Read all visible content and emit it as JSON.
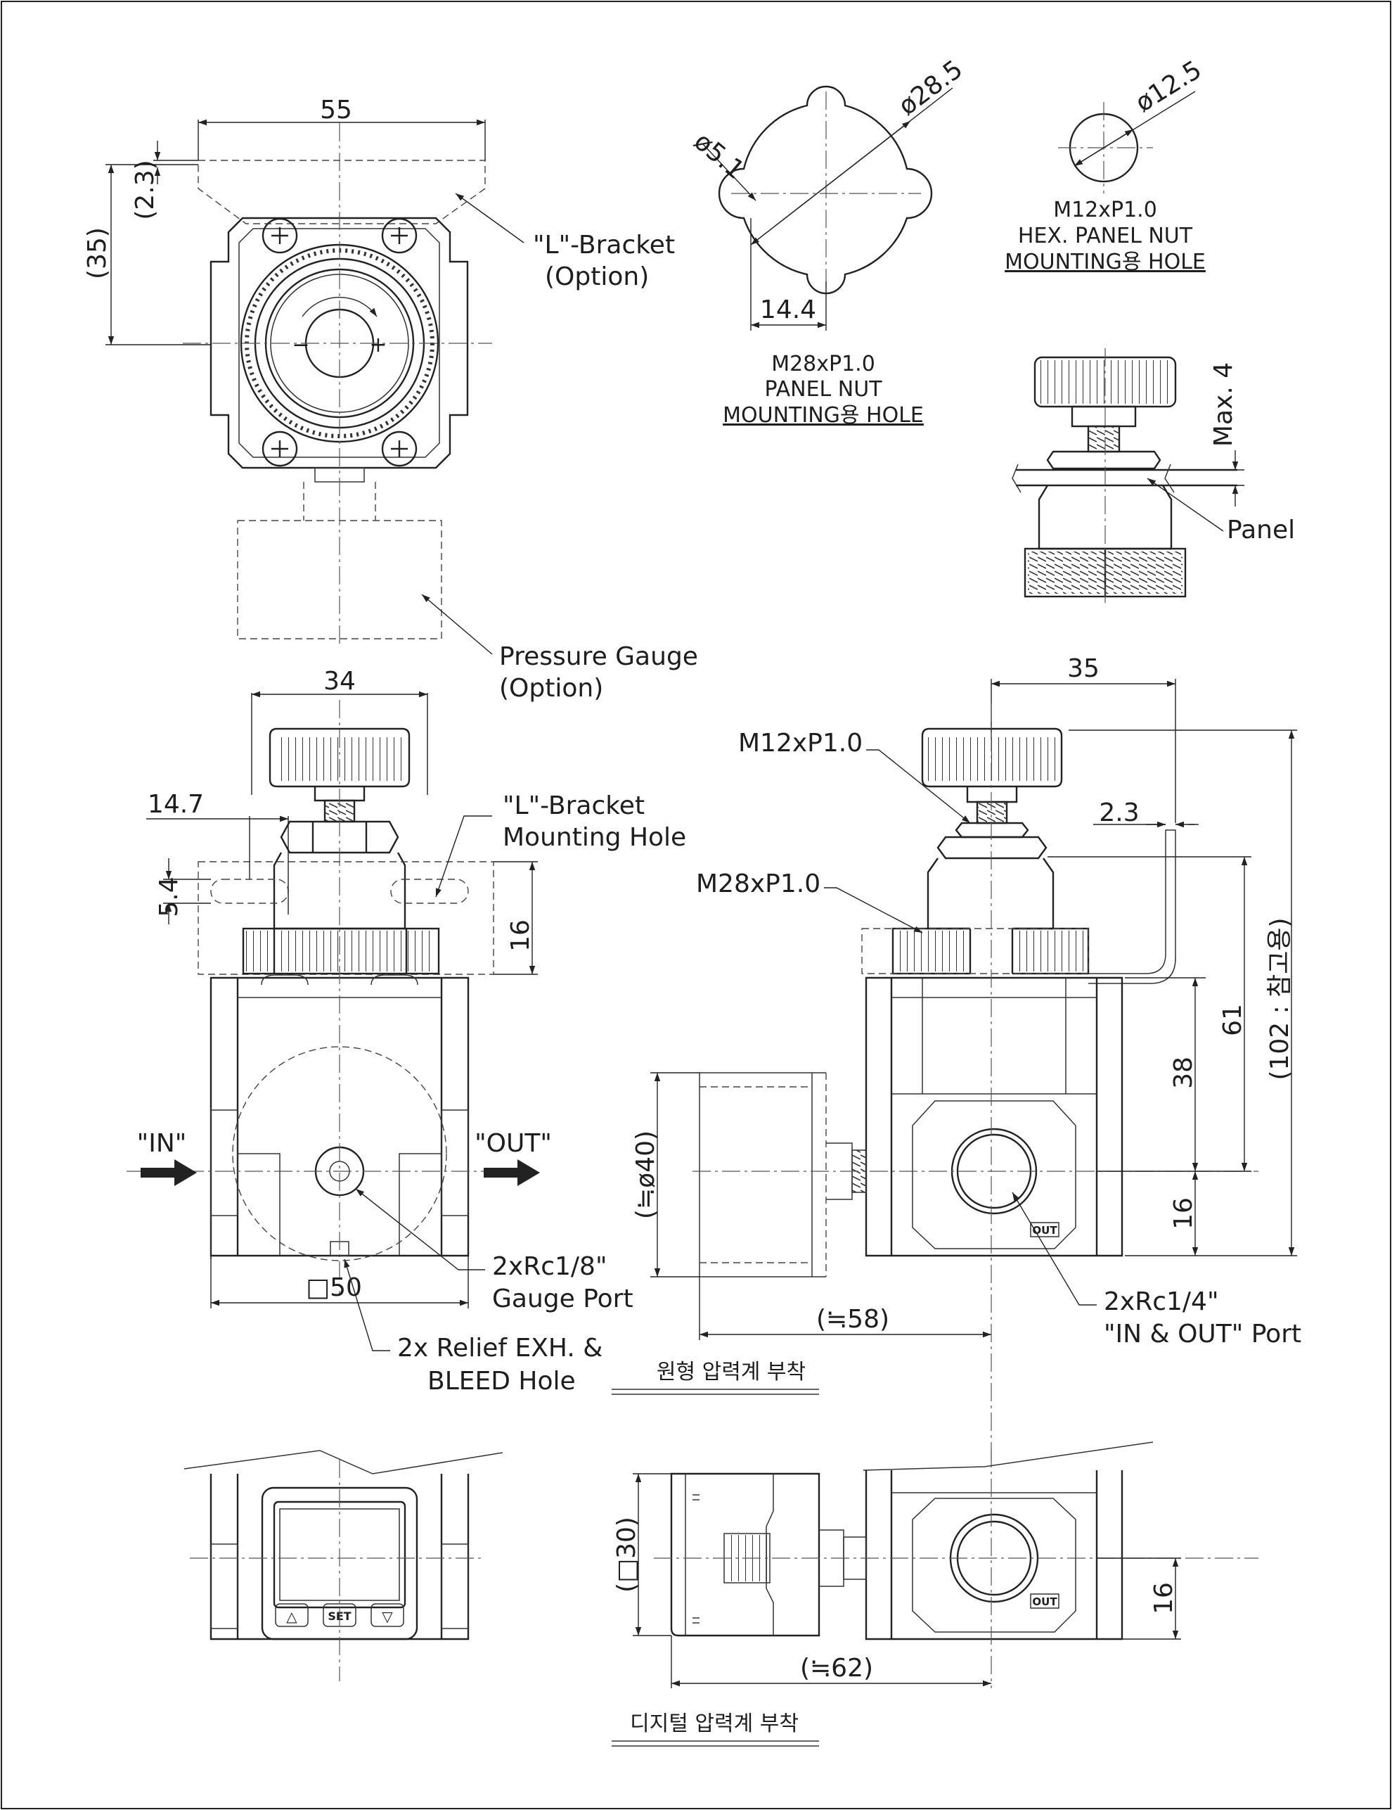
{
  "top_view": {
    "dim_width": "55",
    "dim_height": "(35)",
    "dim_bracket": "(2.3)",
    "bracket_label_1": "\"L\"-Bracket",
    "bracket_label_2": "(Option)",
    "gauge_label_1": "Pressure Gauge",
    "gauge_label_2": "(Option)",
    "knob_minus": "−",
    "knob_plus": "+"
  },
  "hole_m28": {
    "dim_large": "ø28.5",
    "dim_small": "ø5.1",
    "dim_offset": "14.4",
    "caption_1": "M28xP1.0",
    "caption_2": "PANEL NUT",
    "caption_3": "MOUNTING용 HOLE"
  },
  "hole_m12": {
    "dim_dia": "ø12.5",
    "caption_1": "M12xP1.0",
    "caption_2": "HEX. PANEL NUT",
    "caption_3": "MOUNTING용 HOLE"
  },
  "panel_view": {
    "dim_max": "Max. 4",
    "panel_label": "Panel"
  },
  "front_view": {
    "dim_top": "34",
    "dim_hole_offset": "14.7",
    "dim_slot": "5.4",
    "dim_bracket_h": "16",
    "dim_body": "□50",
    "bracket_hole_1": "\"L\"-Bracket",
    "bracket_hole_2": "Mounting Hole",
    "in_label": "\"IN\"",
    "out_label": "\"OUT\"",
    "gauge_port_1": "2xRc1/8\"",
    "gauge_port_2": "Gauge Port",
    "relief_1": "2x Relief EXH. &",
    "relief_2": "BLEED Hole"
  },
  "side_view": {
    "dim_top": "35",
    "m12_label": "M12xP1.0",
    "m28_label": "M28xP1.0",
    "dim_bracket_t": "2.3",
    "dim_gauge_dia": "(≒ø40)",
    "dim_gauge_len": "(≒58)",
    "dim_port": "16",
    "dim_38": "38",
    "dim_61": "61",
    "dim_total": "(102 : 참고용)",
    "port_label_1": "2xRc1/4\"",
    "port_label_2": "\"IN & OUT\" Port",
    "out_mark": "OUT",
    "caption": "원형 압력계 부착"
  },
  "digital_view": {
    "btn_up": "△",
    "btn_set": "SET",
    "btn_down": "▽",
    "dim_square": "(□30)",
    "dim_len": "(≒62)",
    "dim_port": "16",
    "out_mark": "OUT",
    "caption": "디지털 압력계 부착"
  }
}
